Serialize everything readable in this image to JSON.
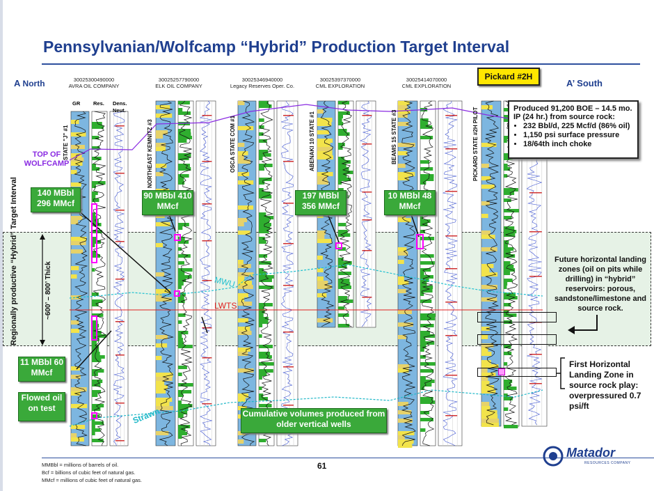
{
  "title": "Pennsylvanian/Wolfcamp “Hybrid” Production Target Interval",
  "section_a": "A",
  "section_a_dir": "North",
  "section_a_prime": "A’ South",
  "pickard_badge": "Pickard #2H",
  "wells": [
    {
      "api": "30025300490000",
      "operator": "AVRA OIL COMPANY",
      "name": "STATE \"J\" #1"
    },
    {
      "api": "30025257790000",
      "operator": "ELK OIL COMPANY",
      "name": "NORTHEAST KEMNITZ #3"
    },
    {
      "api": "30025346940000",
      "operator": "Legacy Reserves Oper. Co.",
      "name": "OSCA STATE COM #1"
    },
    {
      "api": "30025397370000",
      "operator": "CML EXPLORATION",
      "name": "ABENAKI 10 STATE #1"
    },
    {
      "api": "30025414070000",
      "operator": "CML EXPLORATION",
      "name": "BEAMS 15 STATE #3"
    },
    {
      "api": "",
      "operator": "",
      "name": "PICKARD STATE #2H PILOT"
    }
  ],
  "track_headers": {
    "gr": "GR",
    "res": "Res.",
    "dens": "Dens.",
    "neut": "Neut."
  },
  "top_of_wolfcamp": "TOP OF WOLFCAMP",
  "callouts": {
    "well1": "140 MBbl 296 MMcf",
    "well2": "90 MBbl 410 MMcf",
    "well4": "197 MBbl 356 MMcf",
    "well5": "10 MBbl 48 MMcf",
    "well1_lower": "11 MBbl 60 MMcf",
    "flowed": "Flowed oil on test",
    "cumulative": "Cumulative volumes produced from older vertical wells"
  },
  "markers": {
    "mwu": "MWU",
    "lwts": "LWTS",
    "strawn": "Strawn"
  },
  "regional_label": "Regionally productive “Hybrid” Target Interval",
  "thickness_label": "~600’ – 800’ Thick",
  "info_box": {
    "line1": "Produced 91,200 BOE – 14.5 mo.",
    "line2": "IP (24 hr.) from source rock:",
    "bullets": [
      "232 Bbl/d, 225 Mcf/d (86% oil)",
      "1,150 psi surface pressure",
      "18/64th inch choke"
    ]
  },
  "future_zones": "Future horizontal landing zones (oil on pits while drilling) in “hybrid” reservoirs: porous, sandstone/limestone and source rock.",
  "first_horizontal": "First Horizontal Landing Zone in source rock play: overpressured 0.7 psi/ft",
  "page_number": "61",
  "footnotes": [
    "MMBbl = millions of barrels of oil.",
    "Bcf = billions of cubic feet of natural gas.",
    "MMcf = millions of cubic feet of natural gas."
  ],
  "logo_text": "Matador",
  "logo_sub": "RESOURCES COMPANY",
  "colors": {
    "title": "#1f3f8f",
    "callout_green": "#3aa93a",
    "wolfcamp_purple": "#8a2be2",
    "lwts_red": "#e02020",
    "mwu_cyan": "#20c0d0",
    "strawn_cyan": "#20b8c8",
    "highlight_pink": "#ff00ff",
    "band_fill": "#e6f2e6"
  }
}
